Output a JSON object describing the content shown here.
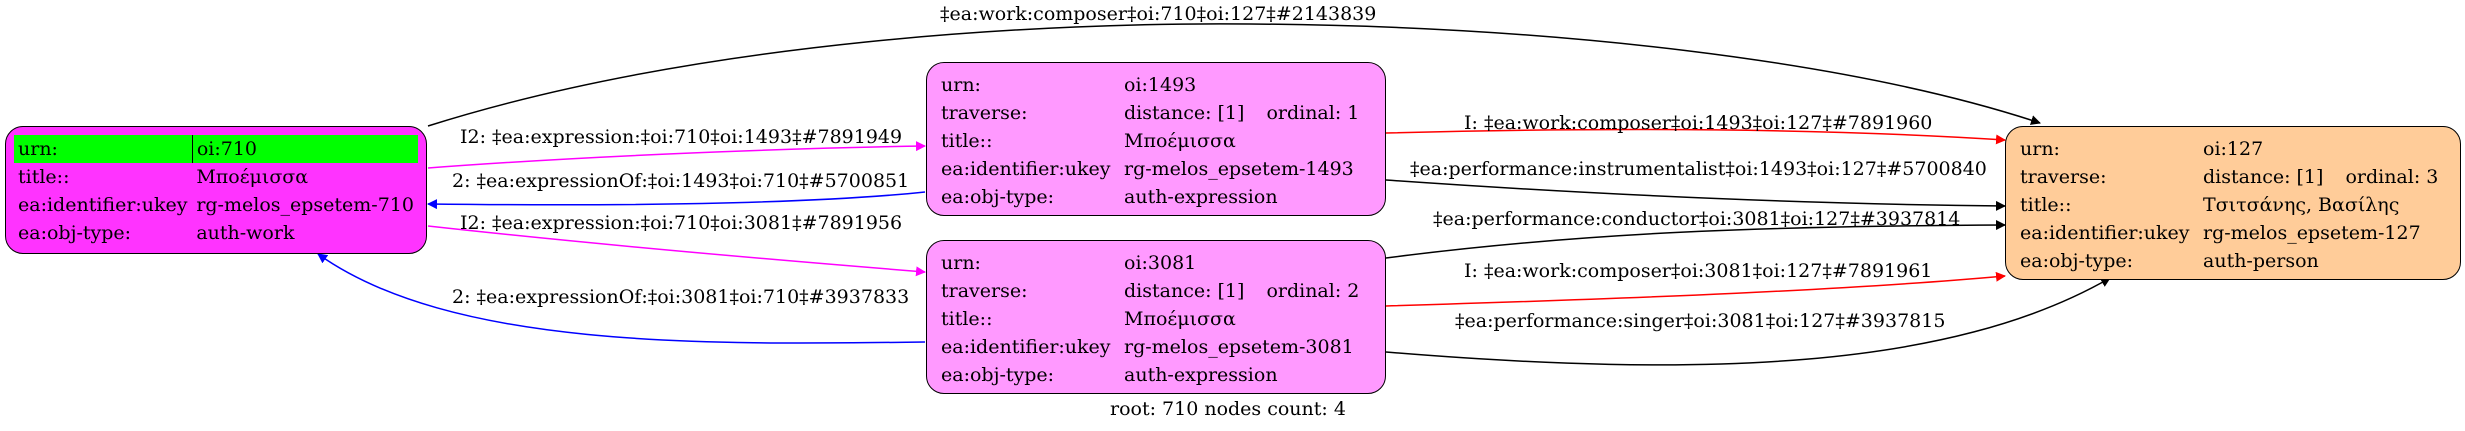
{
  "colors": {
    "work_fill": "#ff33ff",
    "expression_fill": "#ff99ff",
    "person_fill": "#ffcc99",
    "highlight": "#00ff00",
    "edge_black": "#000000",
    "edge_magenta": "#ff00ff",
    "edge_blue": "#0000ff",
    "edge_red": "#ff0000"
  },
  "nodes": {
    "n710": {
      "rows": [
        {
          "k": "urn:",
          "v": "oi:710"
        },
        {
          "k": "title::",
          "v": "Μποέμισσα"
        },
        {
          "k": "ea:identifier:ukey",
          "v": "rg-melos_epsetem-710"
        },
        {
          "k": "ea:obj-type:",
          "v": "auth-work"
        }
      ]
    },
    "n1493": {
      "urn_k": "urn:",
      "urn_v": "oi:1493",
      "traverse_k": "traverse:",
      "distance": "distance: [1]",
      "ordinal": "ordinal: 1",
      "title_k": "title::",
      "title_v": "Μποέμισσα",
      "ukey_k": "ea:identifier:ukey",
      "ukey_v": "rg-melos_epsetem-1493",
      "type_k": "ea:obj-type:",
      "type_v": "auth-expression"
    },
    "n3081": {
      "urn_k": "urn:",
      "urn_v": "oi:3081",
      "traverse_k": "traverse:",
      "distance": "distance: [1]",
      "ordinal": "ordinal: 2",
      "title_k": "title::",
      "title_v": "Μποέμισσα",
      "ukey_k": "ea:identifier:ukey",
      "ukey_v": "rg-melos_epsetem-3081",
      "type_k": "ea:obj-type:",
      "type_v": "auth-expression"
    },
    "n127": {
      "urn_k": "urn:",
      "urn_v": "oi:127",
      "traverse_k": "traverse:",
      "distance": "distance: [1]",
      "ordinal": "ordinal: 3",
      "title_k": "title::",
      "title_v": "Τσιτσάνης, Βασίλης",
      "ukey_k": "ea:identifier:ukey",
      "ukey_v": "rg-melos_epsetem-127",
      "type_k": "ea:obj-type:",
      "type_v": "auth-person"
    }
  },
  "edges": {
    "e_top": "‡ea:work:composer‡oi:710‡oi:127‡#2143839",
    "e_710_1493": "I2: ‡ea:expression:‡oi:710‡oi:1493‡#7891949",
    "e_1493_710": "2: ‡ea:expressionOf:‡oi:1493‡oi:710‡#5700851",
    "e_710_3081": "I2: ‡ea:expression:‡oi:710‡oi:3081‡#7891956",
    "e_3081_710": "2: ‡ea:expressionOf:‡oi:3081‡oi:710‡#3937833",
    "e_1493_127_composer": "I: ‡ea:work:composer‡oi:1493‡oi:127‡#7891960",
    "e_1493_127_instr": "‡ea:performance:instrumentalist‡oi:1493‡oi:127‡#5700840",
    "e_3081_127_conductor": "‡ea:performance:conductor‡oi:3081‡oi:127‡#3937814",
    "e_3081_127_composer": "I: ‡ea:work:composer‡oi:3081‡oi:127‡#7891961",
    "e_3081_127_singer": "‡ea:performance:singer‡oi:3081‡oi:127‡#3937815"
  },
  "footer": "root: 710 nodes count: 4"
}
